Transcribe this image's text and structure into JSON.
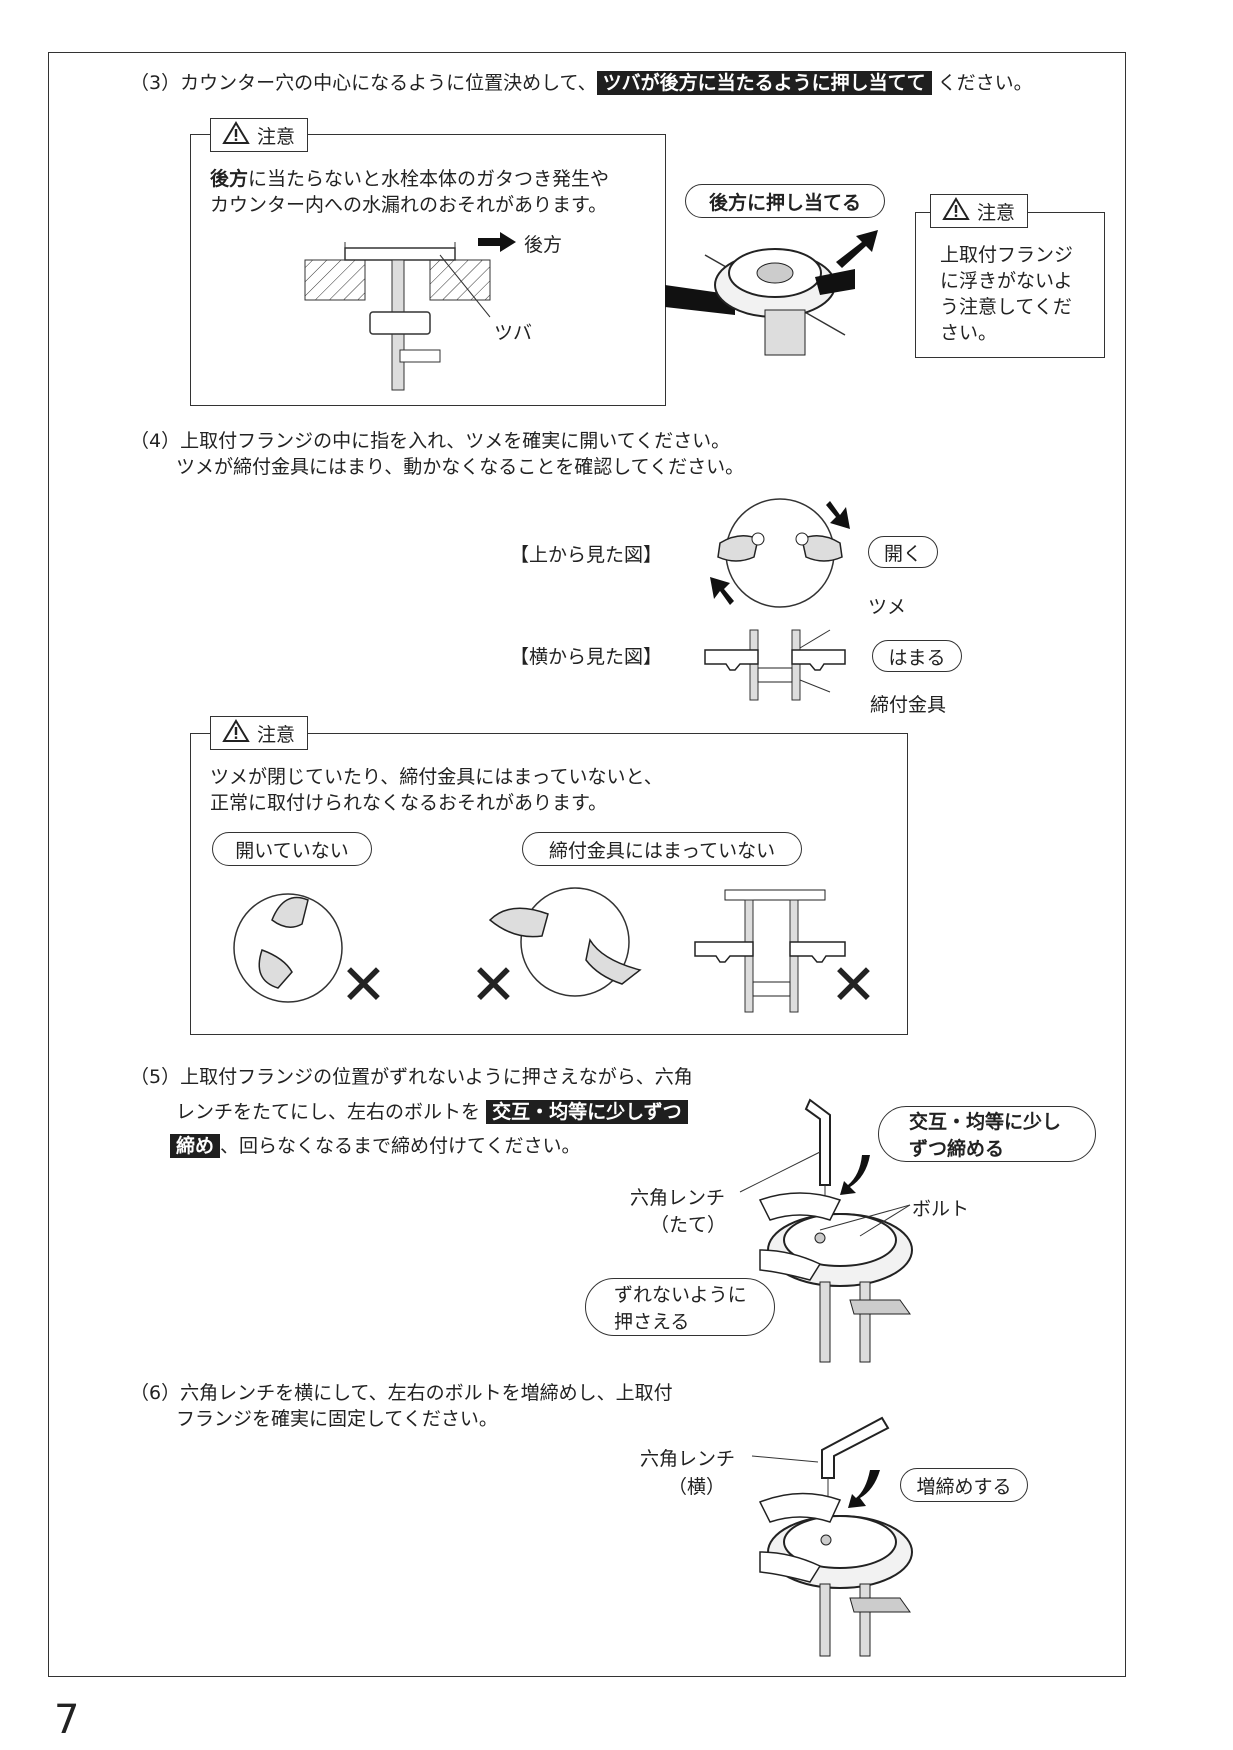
{
  "page_number": "7",
  "step3": {
    "text_before": "（3）カウンター穴の中心になるように位置決めして、",
    "highlight": "ツバが後方に当たるように押し当てて",
    "text_after": "ください。",
    "caution1": {
      "title": "注意",
      "body_bold": "後方",
      "body_line1_rest": "に当たらないと水栓本体のガタつき発生や",
      "body_line2": "カウンター内への水漏れのおそれがあります。",
      "label_rear": "後方",
      "label_tsuba": "ツバ"
    },
    "pill_push": "後方に押し当てる",
    "caution2": {
      "title": "注意",
      "lines": [
        "上取付フランジ",
        "に浮きがないよ",
        "う注意してくだ",
        "さい。"
      ]
    }
  },
  "step4": {
    "line1": "（4）上取付フランジの中に指を入れ、ツメを確実に開いてください。",
    "line2": "ツメが締付金具にはまり、動かなくなることを確認してください。",
    "label_top_view": "【上から見た図】",
    "label_side_view": "【横から見た図】",
    "pill_open": "開く",
    "label_tsume": "ツメ",
    "pill_fit": "はまる",
    "label_fastener": "締付金具",
    "caution": {
      "title": "注意",
      "line1": "ツメが閉じていたり、締付金具にはまっていないと、",
      "line2": "正常に取付けられなくなるおそれがあります。",
      "pill_not_open": "開いていない",
      "pill_not_fit": "締付金具にはまっていない",
      "x_mark": "✕"
    }
  },
  "step5": {
    "line1": "（5）上取付フランジの位置がずれないように押さえながら、六角",
    "line2_before": "レンチをたてにし、左右のボルトを",
    "line2_highlight": "交互・均等に少しずつ",
    "line3_highlight": "締め",
    "line3_after": "、回らなくなるまで締め付けてください。",
    "pill_tighten_1": "交互・均等に少し",
    "pill_tighten_2": "ずつ締める",
    "label_wrench_1": "六角レンチ",
    "label_wrench_2": "（たて）",
    "label_bolt": "ボルト",
    "pill_hold_1": "ずれないように",
    "pill_hold_2": "押さえる"
  },
  "step6": {
    "line1": "（6）六角レンチを横にして、左右のボルトを増締めし、上取付",
    "line2": "フランジを確実に固定してください。",
    "label_wrench_1": "六角レンチ",
    "label_wrench_2": "（横）",
    "pill_retighten": "増締めする"
  }
}
